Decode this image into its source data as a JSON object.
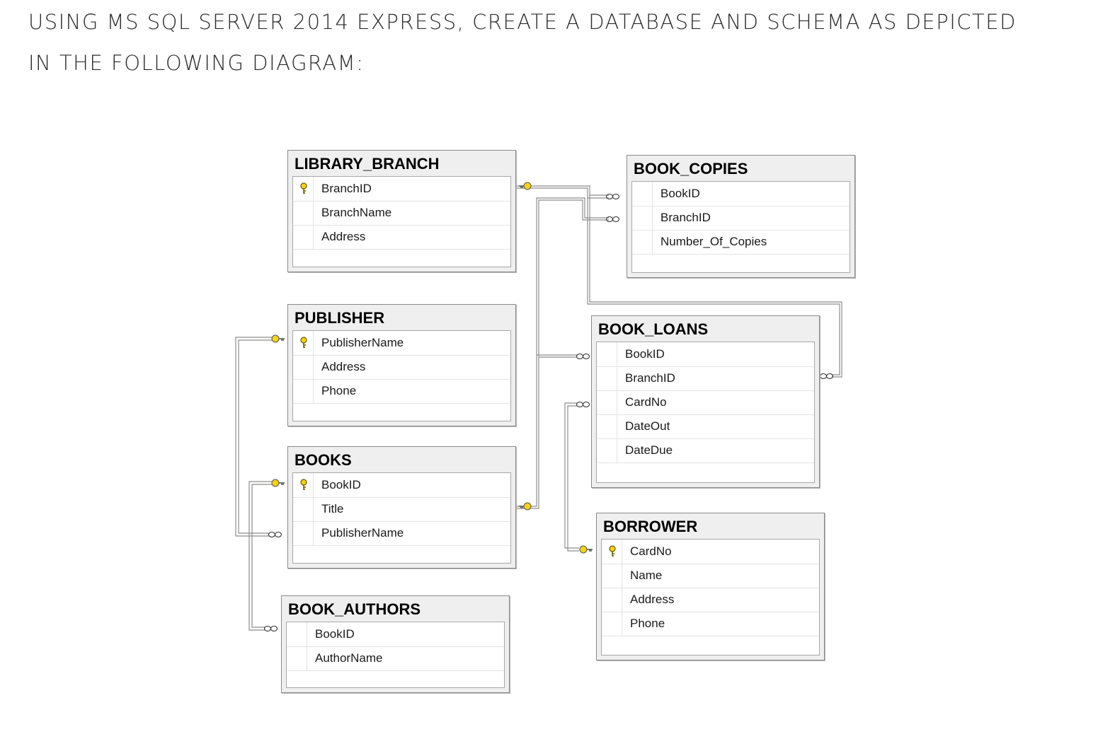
{
  "instruction": {
    "line1": "USING MS SQL SERVER 2014 EXPRESS, CREATE A DATABASE AND SCHEMA AS DEPICTED",
    "line2": "IN THE FOLLOWING DIAGRAM:"
  },
  "tables": {
    "library_branch": {
      "name": "LIBRARY_BRANCH",
      "columns": [
        "BranchID",
        "BranchName",
        "Address"
      ],
      "primary_key": "BranchID"
    },
    "book_copies": {
      "name": "BOOK_COPIES",
      "columns": [
        "BookID",
        "BranchID",
        "Number_Of_Copies"
      ]
    },
    "publisher": {
      "name": "PUBLISHER",
      "columns": [
        "PublisherName",
        "Address",
        "Phone"
      ],
      "primary_key": "PublisherName"
    },
    "book_loans": {
      "name": "BOOK_LOANS",
      "columns": [
        "BookID",
        "BranchID",
        "CardNo",
        "DateOut",
        "DateDue"
      ]
    },
    "books": {
      "name": "BOOKS",
      "columns": [
        "BookID",
        "Title",
        "PublisherName"
      ],
      "primary_key": "BookID"
    },
    "borrower": {
      "name": "BORROWER",
      "columns": [
        "CardNo",
        "Name",
        "Address",
        "Phone"
      ],
      "primary_key": "CardNo"
    },
    "book_authors": {
      "name": "BOOK_AUTHORS",
      "columns": [
        "BookID",
        "AuthorName"
      ]
    }
  },
  "relationships": [
    {
      "from": "LIBRARY_BRANCH.BranchID",
      "to": "BOOK_COPIES.BranchID",
      "cardinality": "one-to-many"
    },
    {
      "from": "LIBRARY_BRANCH.BranchID",
      "to": "BOOK_LOANS.BranchID",
      "cardinality": "one-to-many"
    },
    {
      "from": "BOOKS.BookID",
      "to": "BOOK_COPIES.BookID",
      "cardinality": "one-to-many"
    },
    {
      "from": "BOOKS.BookID",
      "to": "BOOK_LOANS.BookID",
      "cardinality": "one-to-many"
    },
    {
      "from": "PUBLISHER.PublisherName",
      "to": "BOOKS.PublisherName",
      "cardinality": "one-to-many"
    },
    {
      "from": "BOOKS.BookID",
      "to": "BOOK_AUTHORS.BookID",
      "cardinality": "one-to-many"
    },
    {
      "from": "BORROWER.CardNo",
      "to": "BOOK_LOANS.CardNo",
      "cardinality": "one-to-many"
    }
  ],
  "colors": {
    "key": "#f2d21b",
    "line": "#8c8c8c",
    "header": "#efefef"
  },
  "icons": {
    "primary_key": "key-icon",
    "one_end": "key-connector-icon",
    "many_end": "infinity-connector-icon"
  }
}
